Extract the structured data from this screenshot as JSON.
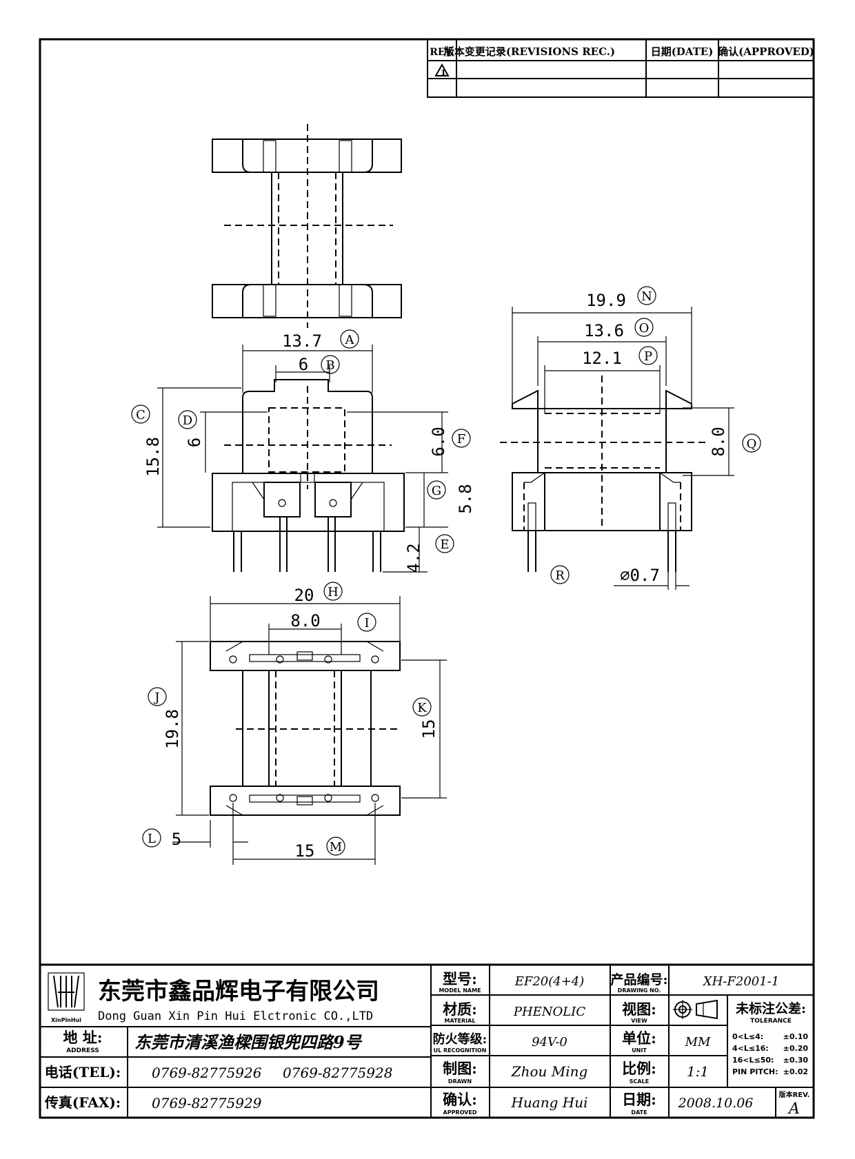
{
  "revisions": {
    "headers": {
      "rev": "REV.",
      "record": "版本变更记录(REVISIONS REC.)",
      "date": "日期(DATE)",
      "approved": "确认(APPROVED)"
    },
    "rows": [
      {
        "rev": "1"
      }
    ]
  },
  "dimensions": {
    "A": {
      "value": "13.7",
      "tag": "A"
    },
    "B": {
      "value": "6",
      "tag": "B"
    },
    "C": {
      "value": "15.8",
      "tag": "C"
    },
    "D": {
      "value": "6",
      "tag": "D"
    },
    "E": {
      "value": "4.2",
      "tag": "E"
    },
    "F": {
      "value": "6.0",
      "tag": "F"
    },
    "G": {
      "value": "5.8",
      "tag": "G"
    },
    "H": {
      "value": "20",
      "tag": "H"
    },
    "I": {
      "value": "8.0",
      "tag": "I"
    },
    "J": {
      "value": "19.8",
      "tag": "J"
    },
    "K": {
      "value": "15",
      "tag": "K"
    },
    "L": {
      "value": "5",
      "tag": "L"
    },
    "M": {
      "value": "15",
      "tag": "M"
    },
    "N": {
      "value": "19.9",
      "tag": "N"
    },
    "O": {
      "value": "13.6",
      "tag": "O"
    },
    "P": {
      "value": "12.1",
      "tag": "P"
    },
    "Q": {
      "value": "8.0",
      "tag": "Q"
    },
    "R": {
      "value": "⌀0.7",
      "tag": "R"
    }
  },
  "title_block": {
    "logo_text": "XinPinHui",
    "company_cn": "东莞市鑫品辉电子有限公司",
    "company_en": "Dong Guan Xin Pin Hui Elctronic CO.,LTD",
    "address_label": "地  址:",
    "address_label_en": "ADDRESS",
    "address": "东莞市清溪渔樑围银兜四路9号",
    "tel_label": "电话(TEL):",
    "tel1": "0769-82775926",
    "tel2": "0769-82775928",
    "fax_label": "传真(FAX):",
    "fax": "0769-82775929",
    "model_label": "型号:",
    "model_label_en": "MODEL NAME",
    "model": "EF20(4+4)",
    "material_label": "材质:",
    "material_label_en": "MATERIAL",
    "material": "PHENOLIC",
    "flame_label": "防火等级:",
    "flame_label_en": "UL RECOGNITION",
    "flame": "94V-0",
    "drawn_label": "制图:",
    "drawn_label_en": "DRAWN",
    "drawn": "Zhou Ming",
    "approved_label": "确认:",
    "approved_label_en": "APPROVED",
    "approved": "Huang Hui",
    "drawing_no_label": "产品编号:",
    "drawing_no_label_en": "DRAWING NO.",
    "drawing_no": "XH-F2001-1",
    "view_label": "视图:",
    "view_label_en": "VIEW",
    "unit_label": "单位:",
    "unit_label_en": "UNIT",
    "unit": "MM",
    "scale_label": "比例:",
    "scale_label_en": "SCALE",
    "scale": "1:1",
    "date_label": "日期:",
    "date_label_en": "DATE",
    "date": "2008.10.06",
    "tolerance_label": "未标注公差:",
    "tolerance_label_en": "TOLERANCE",
    "tolerances": [
      {
        "range": "0<L≤4:",
        "value": "±0.10"
      },
      {
        "range": "4<L≤16:",
        "value": "±0.20"
      },
      {
        "range": "16<L≤50:",
        "value": "±0.30"
      },
      {
        "range": "PIN PITCH:",
        "value": "±0.02"
      }
    ],
    "rev_label": "版本REV.",
    "rev": "A"
  }
}
